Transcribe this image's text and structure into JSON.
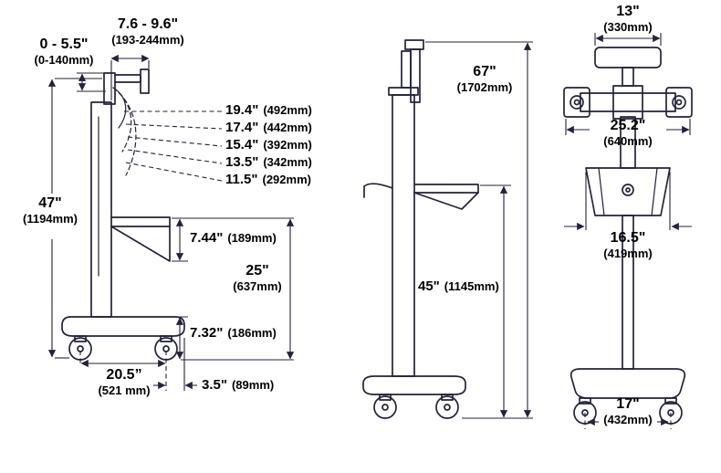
{
  "side_view": {
    "riser_travel": {
      "in": "0 - 5.5\"",
      "mm": "(0-140mm)"
    },
    "arm_reach": {
      "in": "7.6 - 9.6\"",
      "mm": "(193-244mm)"
    },
    "shelf_positions": [
      {
        "in": "19.4\"",
        "mm": "(492mm)"
      },
      {
        "in": "17.4\"",
        "mm": "(442mm)"
      },
      {
        "in": "15.4\"",
        "mm": "(392mm)"
      },
      {
        "in": "13.5\"",
        "mm": "(342mm)"
      },
      {
        "in": "11.5\"",
        "mm": "(292mm)"
      }
    ],
    "overall_height": {
      "in": "47\"",
      "mm": "(1194mm)"
    },
    "tray_depth": {
      "in": "7.44\"",
      "mm": "(189mm)"
    },
    "worksurface_height": {
      "in": "25\"",
      "mm": "(637mm)"
    },
    "base_height": {
      "in": "7.32\"",
      "mm": "(186mm)"
    },
    "base_depth": {
      "in": "20.5”",
      "mm": "(521 mm)"
    },
    "rear_offset": {
      "in": "3.5\"",
      "mm": "(89mm)"
    }
  },
  "profile_view": {
    "overall_height": {
      "in": "67\"",
      "mm": "(1702mm)"
    },
    "worksurface_height": {
      "in": "45\"",
      "mm": "(1145mm)"
    }
  },
  "front_view": {
    "display_width": {
      "in": "13\"",
      "mm": "(330mm)"
    },
    "crossbar_width": {
      "in": "25.2\"",
      "mm": "(640mm)"
    },
    "bracket_width": {
      "in": "16.5\"",
      "mm": "(419mm)"
    },
    "base_width": {
      "in": "17\"",
      "mm": "(432mm)"
    }
  }
}
